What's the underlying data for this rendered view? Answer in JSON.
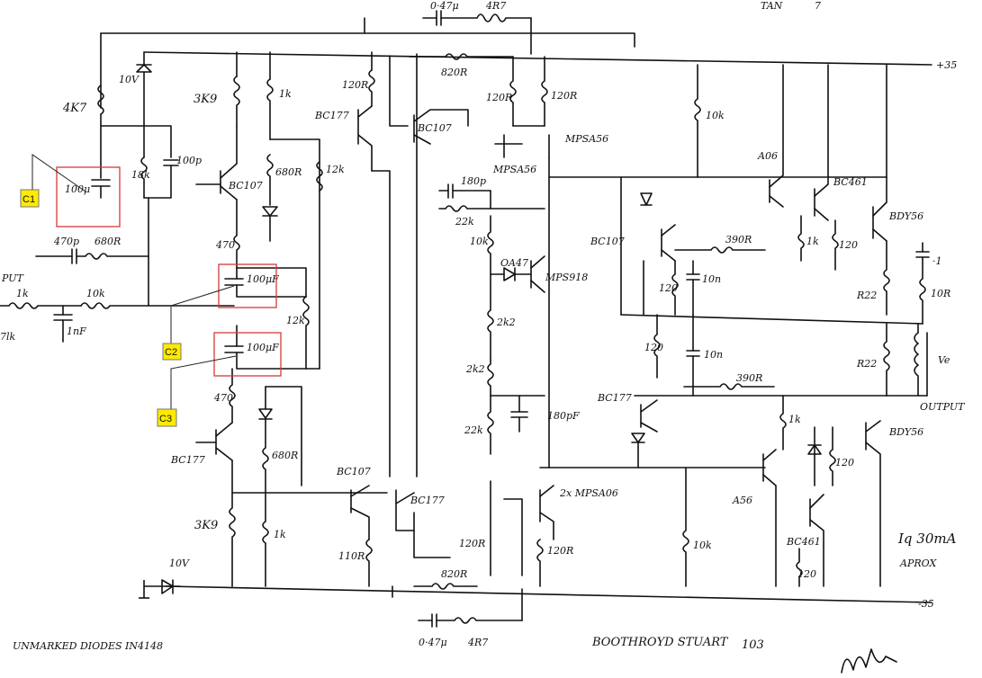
{
  "header": {
    "top_cap": "0·47μ",
    "top_res": "4R7",
    "title_fragment": "TAN",
    "title_suffix": "7"
  },
  "rails": {
    "positive": "+35",
    "negative": "-35"
  },
  "callouts": [
    {
      "tag": "C1",
      "capacitor": "100μ"
    },
    {
      "tag": "C2",
      "capacitor": "100μF"
    },
    {
      "tag": "C3",
      "capacitor": "100μF"
    }
  ],
  "input": {
    "label": "PUT",
    "r1": "1k",
    "r2": "10k",
    "r_gnd": "7lk",
    "cap": "1nF"
  },
  "front_end": {
    "zener": "10V",
    "r_4k7": "4K7",
    "r_3k9": "3K9",
    "r_1k_top": "1k",
    "r_18k": "18k",
    "c_100p": "100p",
    "c_470p": "470p",
    "r_680": "680R",
    "q_bc107": "BC107",
    "r_680_b": "680R",
    "r_12k_a": "12k",
    "r_470_a": "470",
    "r_12k_b": "12k",
    "r_470_b": "470",
    "q_bc177": "BC177",
    "r_680_c": "680R",
    "r_3k9_b": "3K9",
    "r_1k_b": "1k",
    "zener_b": "10V"
  },
  "vas": {
    "r_120_a": "120R",
    "q_bc177": "BC177",
    "q_bc107": "BC107",
    "r_820_top": "820R",
    "r_120_b": "120R",
    "r_120_c": "120R",
    "q_mpsa56_a": "MPSA56",
    "q_mpsa56_b": "MPSA56",
    "c_180p": "180p",
    "r_22k": "22k",
    "r_10k": "10k",
    "diode": "OA47",
    "q_mps918": "MPS918",
    "r_2k2_a": "2k2",
    "r_2k2_b": "2k2",
    "r_22k_b": "22k",
    "c_180pf": "180pF",
    "q_bc107_b": "BC107",
    "q_bc177_b": "BC177",
    "r_110": "110R",
    "r_120_d": "120R",
    "q_mpsa06": "2x MPSA06",
    "r_120_e": "120R",
    "r_820_bot": "820R",
    "bot_cap": "0·47μ",
    "bot_res": "4R7"
  },
  "output_stage": {
    "r_10k_a": "10k",
    "q_a06": "A06",
    "q_bc461_a": "BC461",
    "q_bdy56_a": "BDY56",
    "q_bc107": "BC107",
    "r_390_a": "390R",
    "r_1k_a": "1k",
    "r_120_a": "120",
    "r_120_b": "120",
    "c_10n_a": "10n",
    "r_r22_a": "R22",
    "c_01": "·1",
    "r_10r": "10R",
    "r_120_c": "120",
    "c_10n_b": "10n",
    "r_390_b": "390R",
    "r_r22_b": "R22",
    "inductor": "Ve",
    "output_label": "OUTPUT",
    "q_bc177": "BC177",
    "r_1k_b": "1k",
    "q_bdy56_b": "BDY56",
    "r_120_d": "120",
    "q_a56": "A56",
    "q_bc461_b": "BC461",
    "r_120_e": "120",
    "r_10k_b": "10k",
    "iq_note": "Iq 30mA",
    "iq_approx": "APROX"
  },
  "footer": {
    "diodes_note": "UNMARKED DIODES  IN4148",
    "credit": "BOOTHROYD STUART",
    "number": "103"
  }
}
